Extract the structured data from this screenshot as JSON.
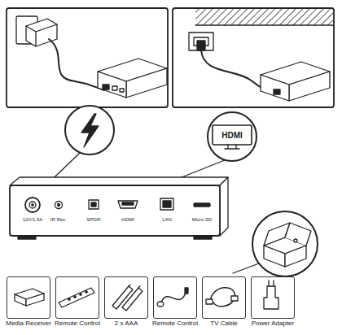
{
  "diagram": {
    "nodes": [
      {
        "text": [
          "Media Receiver"
        ]
      },
      {
        "text": [
          "Remote Control"
        ]
      },
      {
        "text": [
          "2 x AAA"
        ]
      },
      {
        "text": [
          "Remote Control"
        ]
      },
      {
        "text": [
          "TV Cable"
        ]
      },
      {
        "text": [
          "Power Adapter"
        ]
      }
    ],
    "labels": [
      "12V/1.5A",
      "IR Rec.",
      "SPDIF",
      "HDMI",
      "LAN",
      "Micro SD",
      "HDMI"
    ]
  }
}
